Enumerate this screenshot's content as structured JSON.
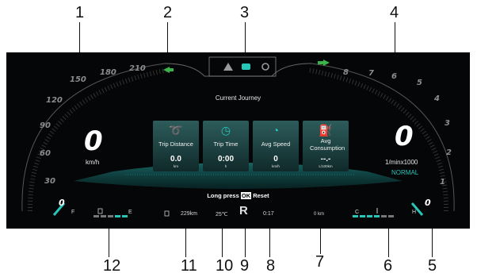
{
  "callouts": [
    "1",
    "2",
    "3",
    "4",
    "5",
    "6",
    "7",
    "8",
    "9",
    "10",
    "11",
    "12"
  ],
  "speedometer": {
    "scale": [
      "0",
      "30",
      "60",
      "90",
      "120",
      "150",
      "180",
      "210"
    ],
    "value": "0",
    "unit": "km/h"
  },
  "tachometer": {
    "scale": [
      "8",
      "7",
      "6",
      "5",
      "4",
      "3",
      "2",
      "1",
      "0"
    ],
    "value": "0",
    "unit": "1/minx1000",
    "mode": "NORMAL"
  },
  "top_menu": {
    "icons": [
      "warning-icon",
      "car-icon",
      "gear-icon"
    ]
  },
  "trip": {
    "title": "Current Journey",
    "cards": [
      {
        "label": "Trip Distance",
        "value": "0.0",
        "unit": "km"
      },
      {
        "label": "Trip Time",
        "value": "0:00",
        "unit": "h"
      },
      {
        "label": "Avg Speed",
        "value": "0",
        "unit": "km/h"
      },
      {
        "label": "Avg Consumption",
        "value": "--.-",
        "unit": "L/100km"
      }
    ],
    "reset_prefix": "Long press",
    "reset_key": "OK",
    "reset_suffix": "Reset"
  },
  "fuel": {
    "empty": "E",
    "full": "F"
  },
  "temp": {
    "cold": "C",
    "hot": "H"
  },
  "status_bar": {
    "range": "229km",
    "outside_temp": "25℃",
    "gear": "R",
    "clock": "0:17",
    "odometer": "0 km"
  },
  "colors": {
    "accent": "#27c6b8",
    "turn_signal": "#3bb34a"
  }
}
